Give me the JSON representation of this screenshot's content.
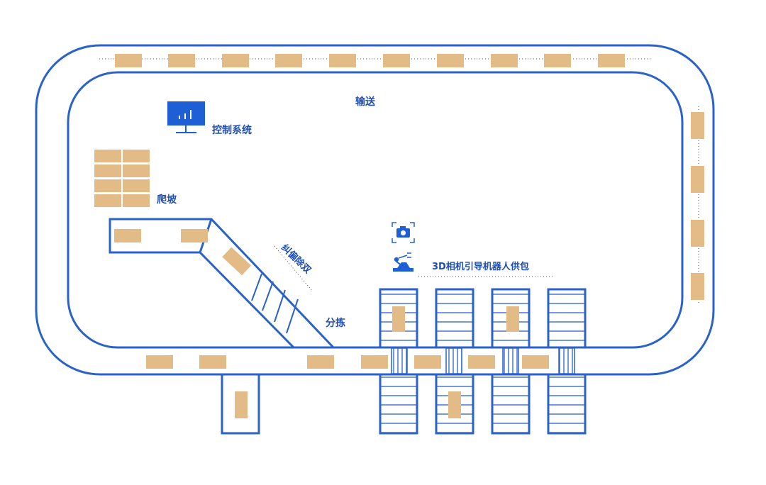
{
  "diagram": {
    "labels": {
      "conveyor": "输送",
      "control_system": "控制系统",
      "ramp": "爬坡",
      "deskew_dedouble": "纠偏除双",
      "sorting": "分拣",
      "robot_induction": "3D相机引导机器人供包"
    },
    "colors": {
      "line": "#2a62c8",
      "parcel": "#e2bb86",
      "icon_fill": "#1f5fd6",
      "text": "#1f4fb5"
    },
    "icons": [
      "monitor-icon",
      "camera-icon",
      "robot-arm-icon"
    ]
  }
}
